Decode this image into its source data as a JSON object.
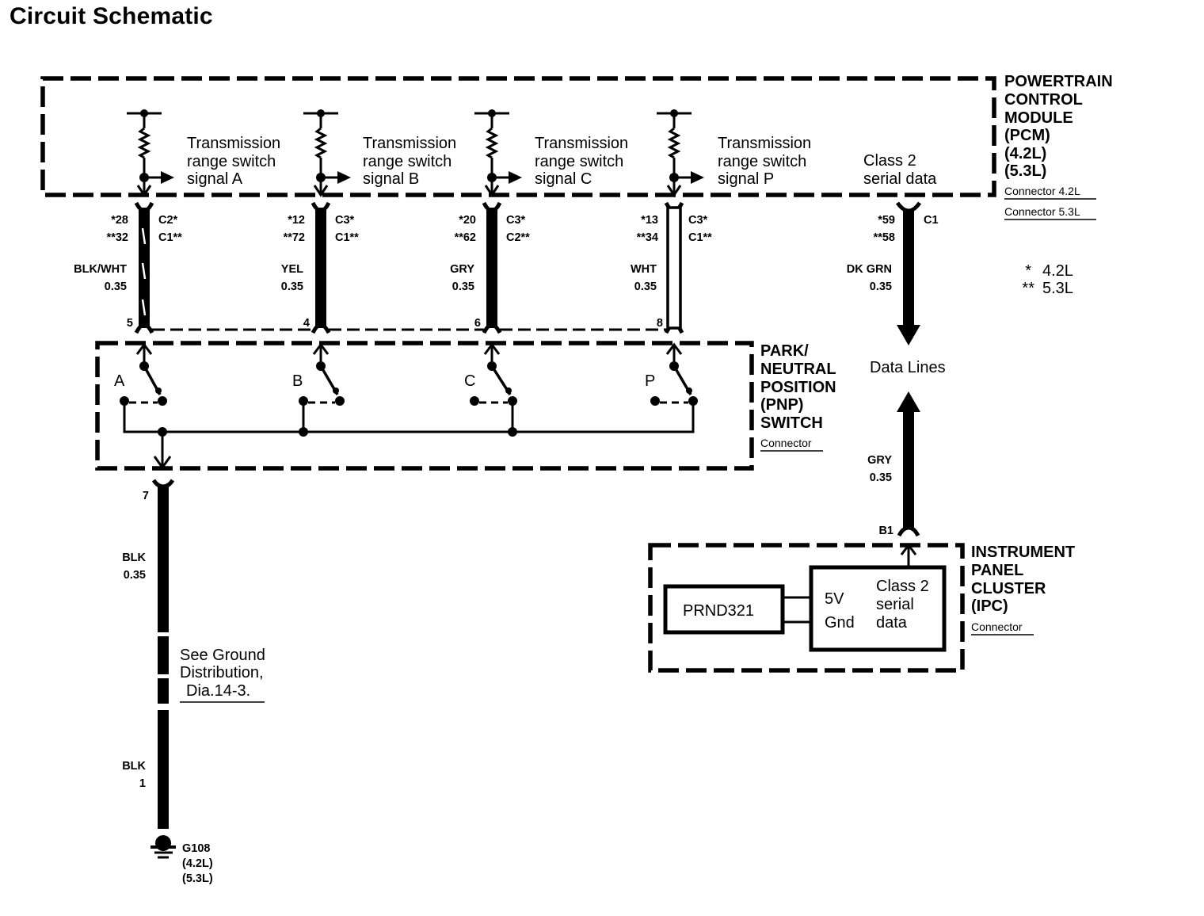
{
  "title": "Circuit Schematic",
  "pcm": {
    "name_lines": [
      "POWERTRAIN",
      "CONTROL",
      "MODULE",
      "(PCM)",
      "(4.2L)",
      "(5.3L)"
    ],
    "connector_lines": [
      "Connector 4.2L",
      "Connector 5.3L"
    ],
    "signals": [
      {
        "lines": [
          "Transmission",
          "range switch",
          "signal A"
        ]
      },
      {
        "lines": [
          "Transmission",
          "range switch",
          "signal B"
        ]
      },
      {
        "lines": [
          "Transmission",
          "range switch",
          "signal C"
        ]
      },
      {
        "lines": [
          "Transmission",
          "range switch",
          "signal P"
        ]
      }
    ],
    "serial_data_lines": [
      "Class 2",
      "serial data"
    ]
  },
  "legend": [
    {
      "mark": "*",
      "meaning": "4.2L"
    },
    {
      "mark": "**",
      "meaning": "5.3L"
    }
  ],
  "wires": [
    {
      "id": "A",
      "pin_42": "*28",
      "pin_53": "**32",
      "conn_42": "C2*",
      "conn_53": "C1**",
      "color": "BLK/WHT",
      "gauge": "0.35",
      "pnp_pin": "5",
      "style": "black-white-stripe"
    },
    {
      "id": "B",
      "pin_42": "*12",
      "pin_53": "**72",
      "conn_42": "C3*",
      "conn_53": "C1**",
      "color": "YEL",
      "gauge": "0.35",
      "pnp_pin": "4",
      "style": "solid"
    },
    {
      "id": "C",
      "pin_42": "*20",
      "pin_53": "**62",
      "conn_42": "C3*",
      "conn_53": "C2**",
      "color": "GRY",
      "gauge": "0.35",
      "pnp_pin": "6",
      "style": "solid"
    },
    {
      "id": "P",
      "pin_42": "*13",
      "pin_53": "**34",
      "conn_42": "C3*",
      "conn_53": "C1**",
      "color": "WHT",
      "gauge": "0.35",
      "pnp_pin": "8",
      "style": "hollow"
    }
  ],
  "serial_wire": {
    "pin_42": "*59",
    "pin_53": "**58",
    "conn": "C1",
    "color": "DK GRN",
    "gauge": "0.35"
  },
  "data_lines_label": "Data Lines",
  "ipc_wire": {
    "color": "GRY",
    "gauge": "0.35",
    "pin": "B1"
  },
  "pnp": {
    "name_lines": [
      "PARK/",
      "NEUTRAL",
      "POSITION",
      "(PNP)",
      "SWITCH"
    ],
    "connector": "Connector",
    "switch_labels": [
      "A",
      "B",
      "C",
      "P"
    ]
  },
  "ground_wire": {
    "pnp_pin": "7",
    "color_top": "BLK",
    "gauge_top": "0.35",
    "see_ground_lines": [
      "See Ground",
      "Distribution,",
      "Dia.14-3."
    ],
    "color_bottom": "BLK",
    "gauge_bottom": "1",
    "ground_id": "G108",
    "ground_engines": [
      "(4.2L)",
      "(5.3L)"
    ]
  },
  "ipc": {
    "name_lines": [
      "INSTRUMENT",
      "PANEL",
      "CLUSTER",
      "(IPC)"
    ],
    "connector": "Connector",
    "display_label": "PRND321",
    "power_labels": [
      "5V",
      "Gnd"
    ],
    "serial_lines": [
      "Class 2",
      "serial",
      "data"
    ]
  }
}
